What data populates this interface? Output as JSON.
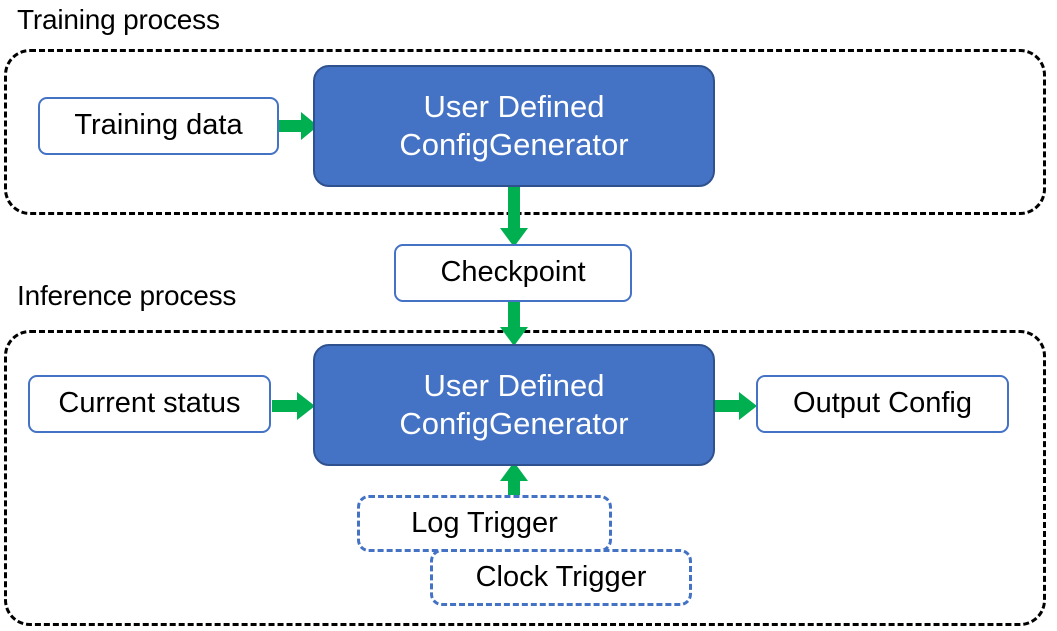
{
  "diagram": {
    "title_training": "Training process",
    "title_inference": "Inference process",
    "colors": {
      "accent_blue": "#4472C4",
      "accent_blue_dark": "#2F528F",
      "arrow_green": "#00B050",
      "container_border": "#000000",
      "text_dark": "#000000",
      "text_light": "#FFFFFF",
      "background": "#FFFFFF"
    }
  },
  "training": {
    "label": "Training process",
    "nodes": {
      "training_data": "Training data",
      "generator_line1": "User Defined",
      "generator_line2": "ConfigGenerator"
    }
  },
  "checkpoint": {
    "label": "Checkpoint"
  },
  "inference": {
    "label": "Inference process",
    "nodes": {
      "current_status": "Current status",
      "generator_line1": "User Defined",
      "generator_line2": "ConfigGenerator",
      "output_config": "Output Config",
      "log_trigger": "Log Trigger",
      "clock_trigger": "Clock Trigger"
    }
  },
  "arrows": [
    {
      "name": "training-data-to-generator",
      "direction": "right"
    },
    {
      "name": "training-generator-to-checkpoint",
      "direction": "down"
    },
    {
      "name": "checkpoint-to-inference-generator",
      "direction": "down"
    },
    {
      "name": "current-status-to-generator",
      "direction": "right"
    },
    {
      "name": "generator-to-output-config",
      "direction": "right"
    },
    {
      "name": "log-trigger-to-generator",
      "direction": "up"
    }
  ]
}
